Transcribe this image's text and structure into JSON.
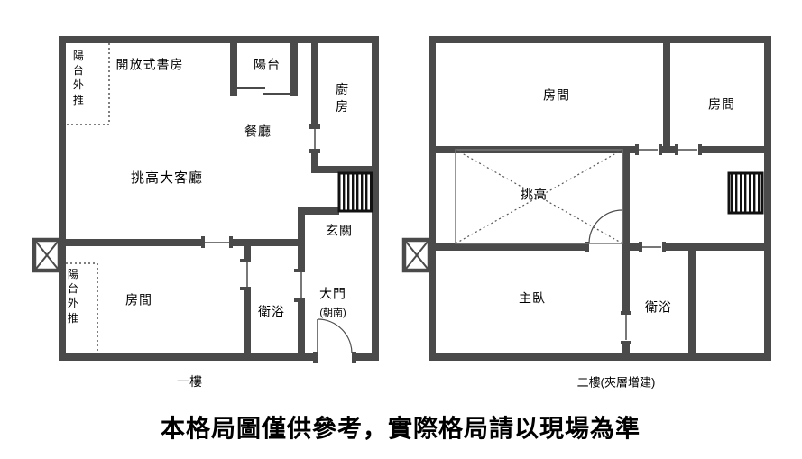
{
  "colors": {
    "wall": "#4a4a4a",
    "stairs": "#111111",
    "text": "#000000",
    "background": "#ffffff"
  },
  "floor1": {
    "title": "一樓",
    "labels": {
      "balcony_ext_top": "陽台外推",
      "open_study": "開放式書房",
      "balcony": "陽台",
      "kitchen": "廚房",
      "dining": "餐廳",
      "living": "挑高大客廳",
      "entry": "玄關",
      "bedroom": "房間",
      "bath": "衛浴",
      "main_door": "大門",
      "main_door_note": "(朝南)",
      "balcony_ext_bottom": "陽台外推"
    }
  },
  "floor2": {
    "title": "二樓(夾層增建)",
    "labels": {
      "bedroom_left": "房間",
      "bedroom_right": "房間",
      "void": "挑高",
      "master_bedroom": "主臥",
      "bath": "衛浴"
    }
  },
  "disclaimer": "本格局圖僅供參考，實際格局請以現場為準"
}
